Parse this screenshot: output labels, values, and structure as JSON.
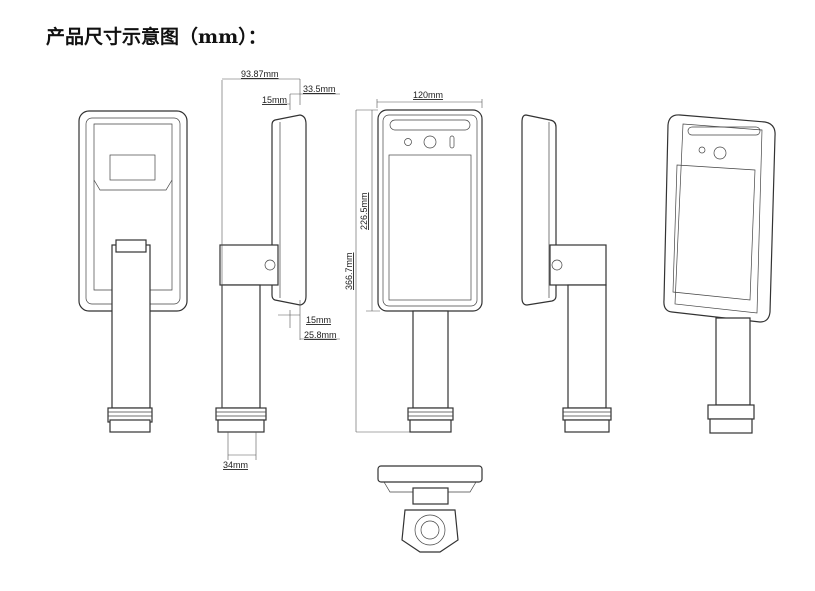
{
  "title": "产品尺寸示意图（mm）：",
  "dimensions": {
    "total_depth": "93.87mm",
    "panel_depth": "33.5mm",
    "top_edge": "15mm",
    "bottom_edge": "15mm",
    "bottom_depth": "25.8mm",
    "pole_diameter": "34mm",
    "panel_width": "120mm",
    "panel_height": "226.5mm",
    "total_height": "366.7mm"
  }
}
